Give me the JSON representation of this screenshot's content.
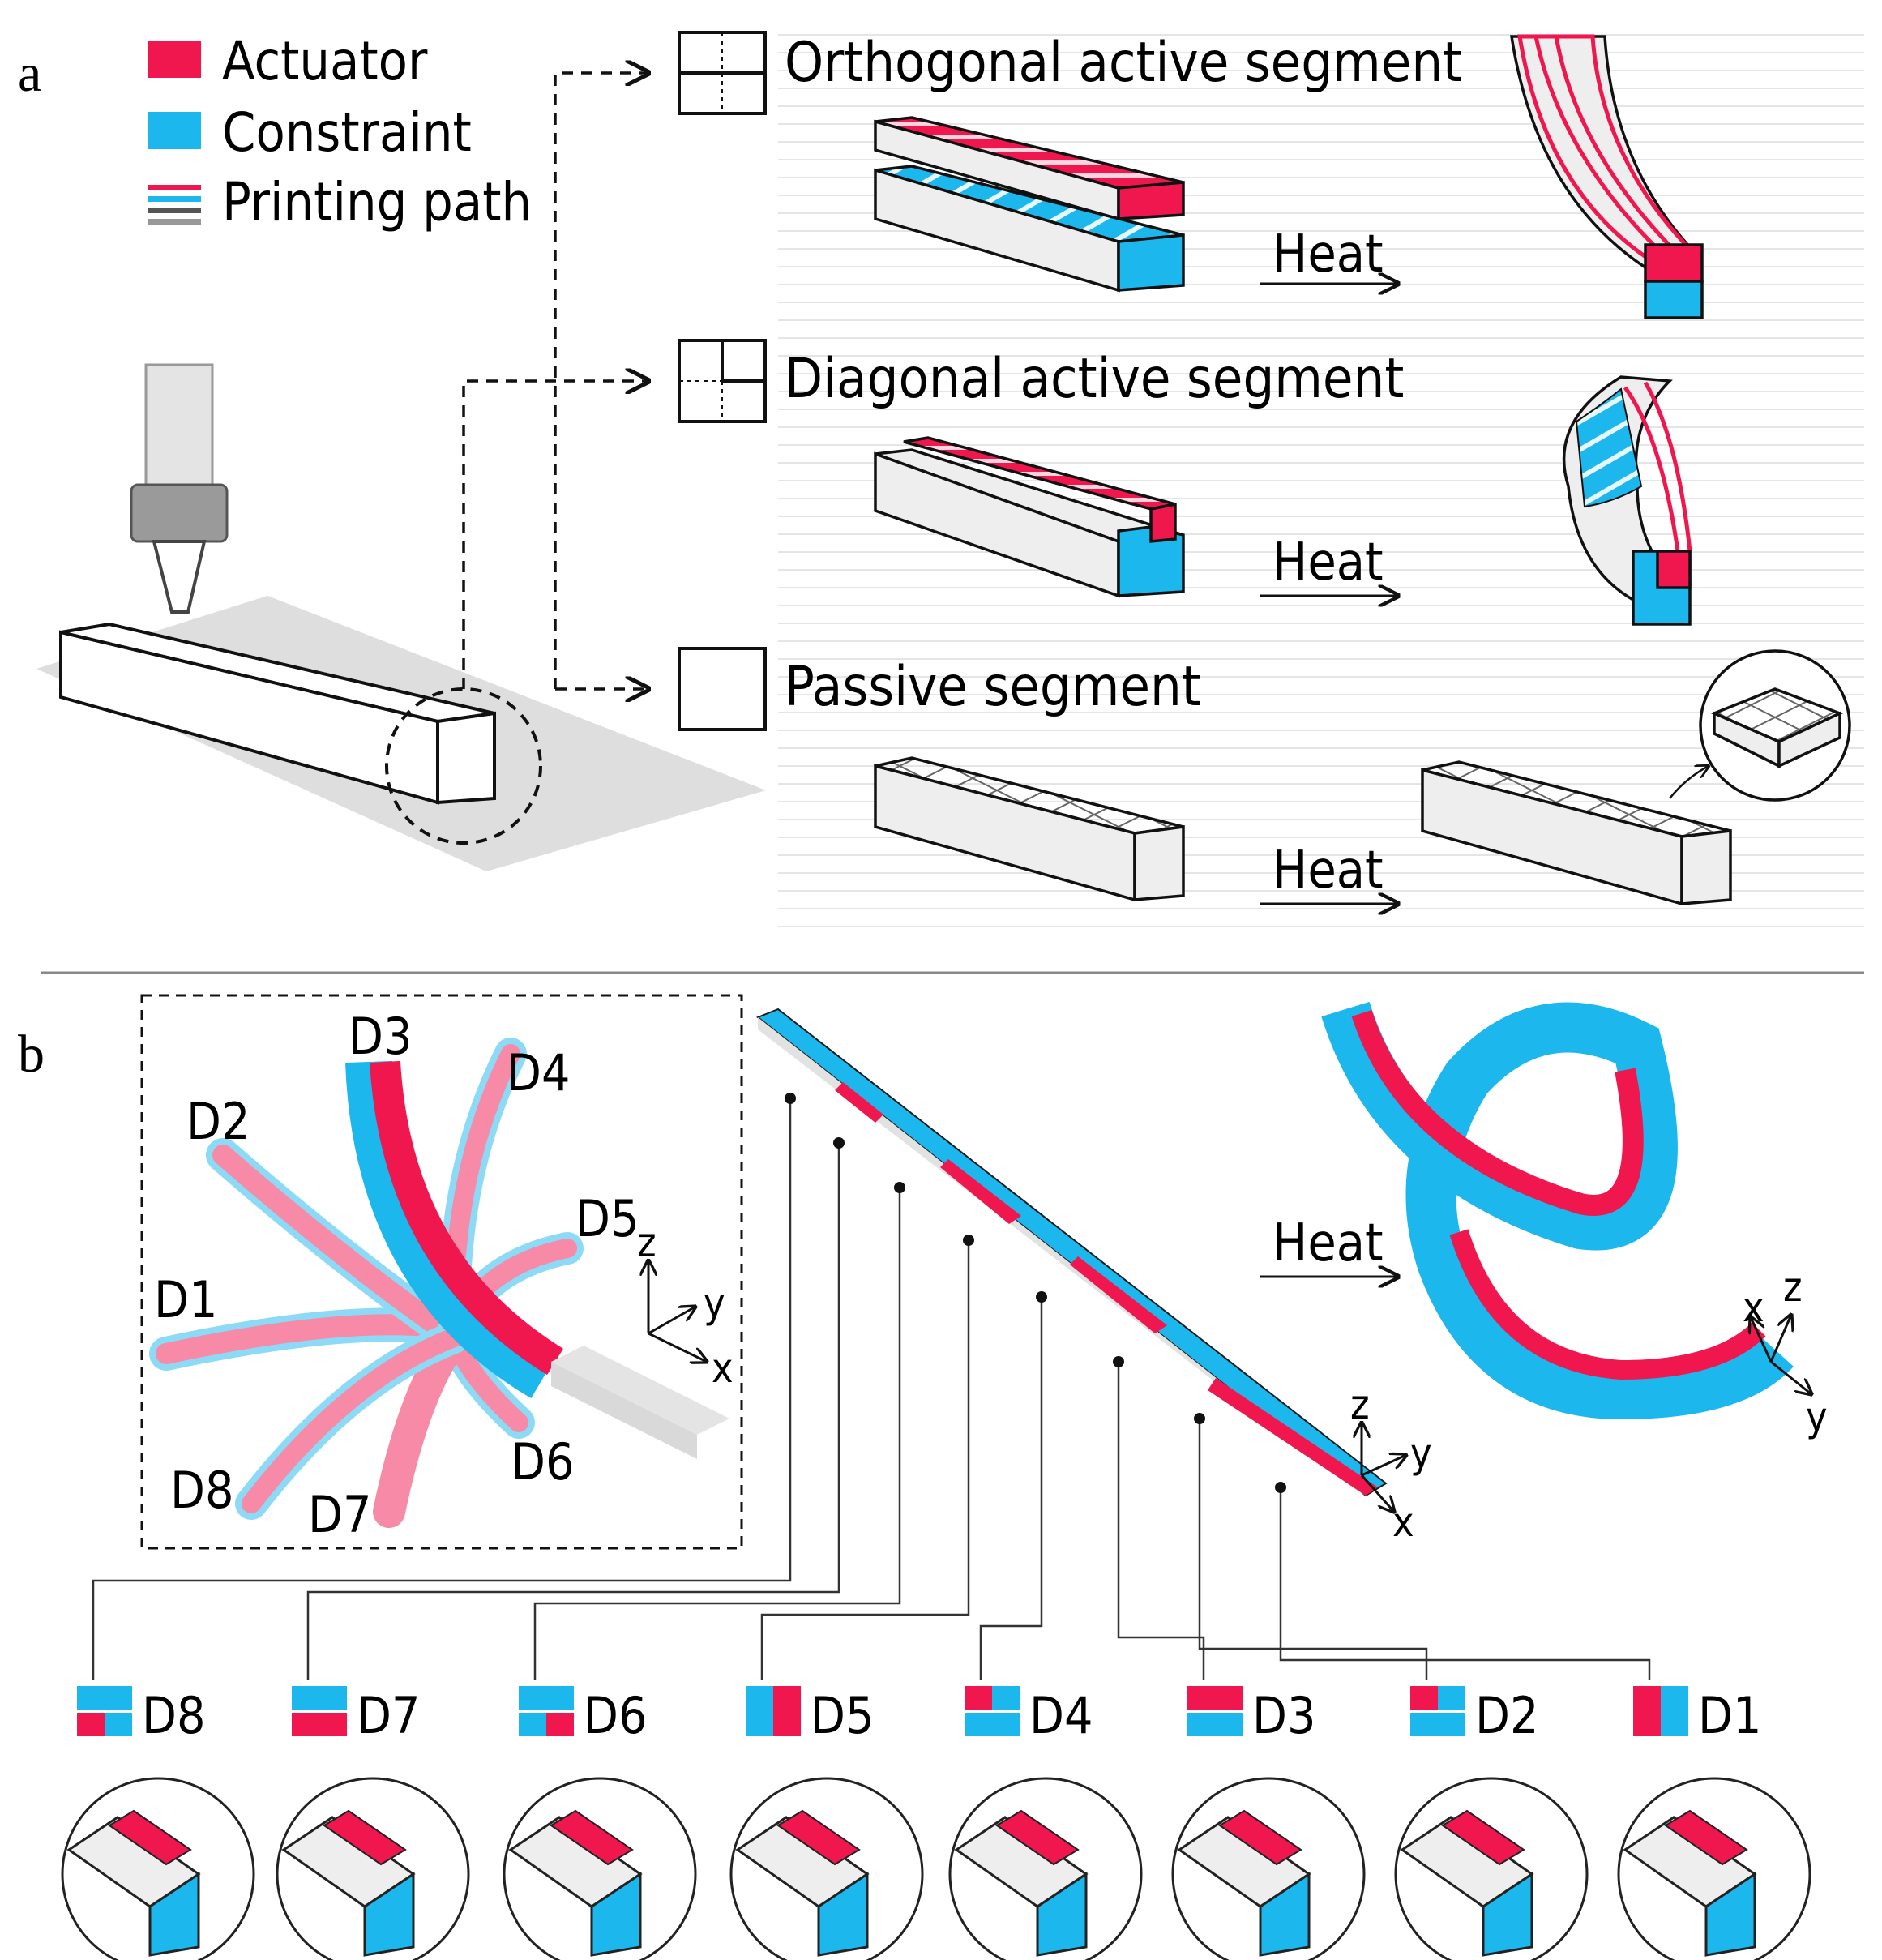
{
  "panels": {
    "a": "a",
    "b": "b"
  },
  "legend": {
    "actuator": "Actuator",
    "constraint": "Constraint",
    "printing_path": "Printing path"
  },
  "colors": {
    "actuator": "#f0174f",
    "constraint": "#1cb7ec",
    "passive": "#efefef",
    "outline": "#1a1a1a"
  },
  "segments": [
    {
      "title": "Orthogonal active segment",
      "heat": "Heat"
    },
    {
      "title": "Diagonal active segment",
      "heat": "Heat"
    },
    {
      "title": "Passive segment",
      "heat": "Heat"
    }
  ],
  "panel_b": {
    "heat": "Heat",
    "fan_labels": [
      "D1",
      "D2",
      "D3",
      "D4",
      "D5",
      "D6",
      "D7",
      "D8"
    ],
    "axes": {
      "z": "z",
      "y": "y",
      "x": "x"
    },
    "sections": [
      {
        "label": "D8",
        "actuator": "bottom-left"
      },
      {
        "label": "D7",
        "actuator": "bottom"
      },
      {
        "label": "D6",
        "actuator": "bottom-right"
      },
      {
        "label": "D5",
        "actuator": "right"
      },
      {
        "label": "D4",
        "actuator": "top-left"
      },
      {
        "label": "D3",
        "actuator": "top"
      },
      {
        "label": "D2",
        "actuator": "top-left"
      },
      {
        "label": "D1",
        "actuator": "left"
      }
    ]
  }
}
